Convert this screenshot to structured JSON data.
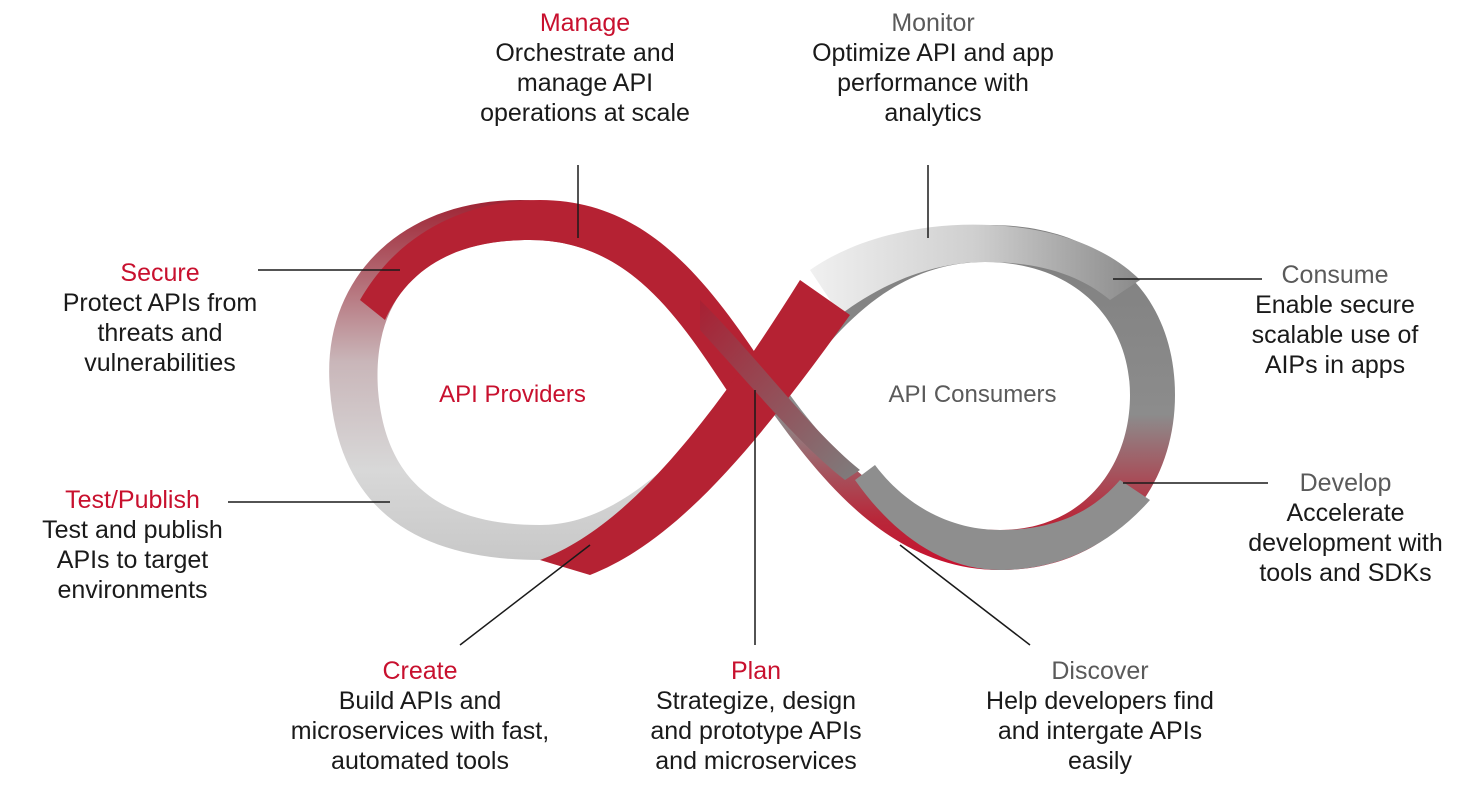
{
  "colors": {
    "provider_red": "#c8102e",
    "consumer_gray": "#5a5a5a",
    "band_red": "#b52233",
    "band_gray": "#8a8a8a",
    "band_light": "#dcdcdc"
  },
  "center": {
    "providers": "API Providers",
    "consumers": "API Consumers"
  },
  "stages": {
    "manage": {
      "title": "Manage",
      "desc": "Orchestrate and\nmanage API\noperations at scale"
    },
    "monitor": {
      "title": "Monitor",
      "desc": "Optimize API and app\nperformance with\nanalytics"
    },
    "secure": {
      "title": "Secure",
      "desc": "Protect APIs from\nthreats and\nvulnerabilities"
    },
    "consume": {
      "title": "Consume",
      "desc": "Enable secure\nscalable use of\nAIPs in apps"
    },
    "test": {
      "title": "Test/Publish",
      "desc": "Test and publish\nAPIs to target\nenvironments"
    },
    "develop": {
      "title": "Develop",
      "desc": "Accelerate\ndevelopment with\ntools and SDKs"
    },
    "create": {
      "title": "Create",
      "desc": "Build APIs and\nmicroservices with fast,\nautomated tools"
    },
    "plan": {
      "title": "Plan",
      "desc": "Strategize, design\nand prototype APIs\nand microservices"
    },
    "discover": {
      "title": "Discover",
      "desc": "Help developers find\nand intergate APIs\neasily"
    }
  }
}
